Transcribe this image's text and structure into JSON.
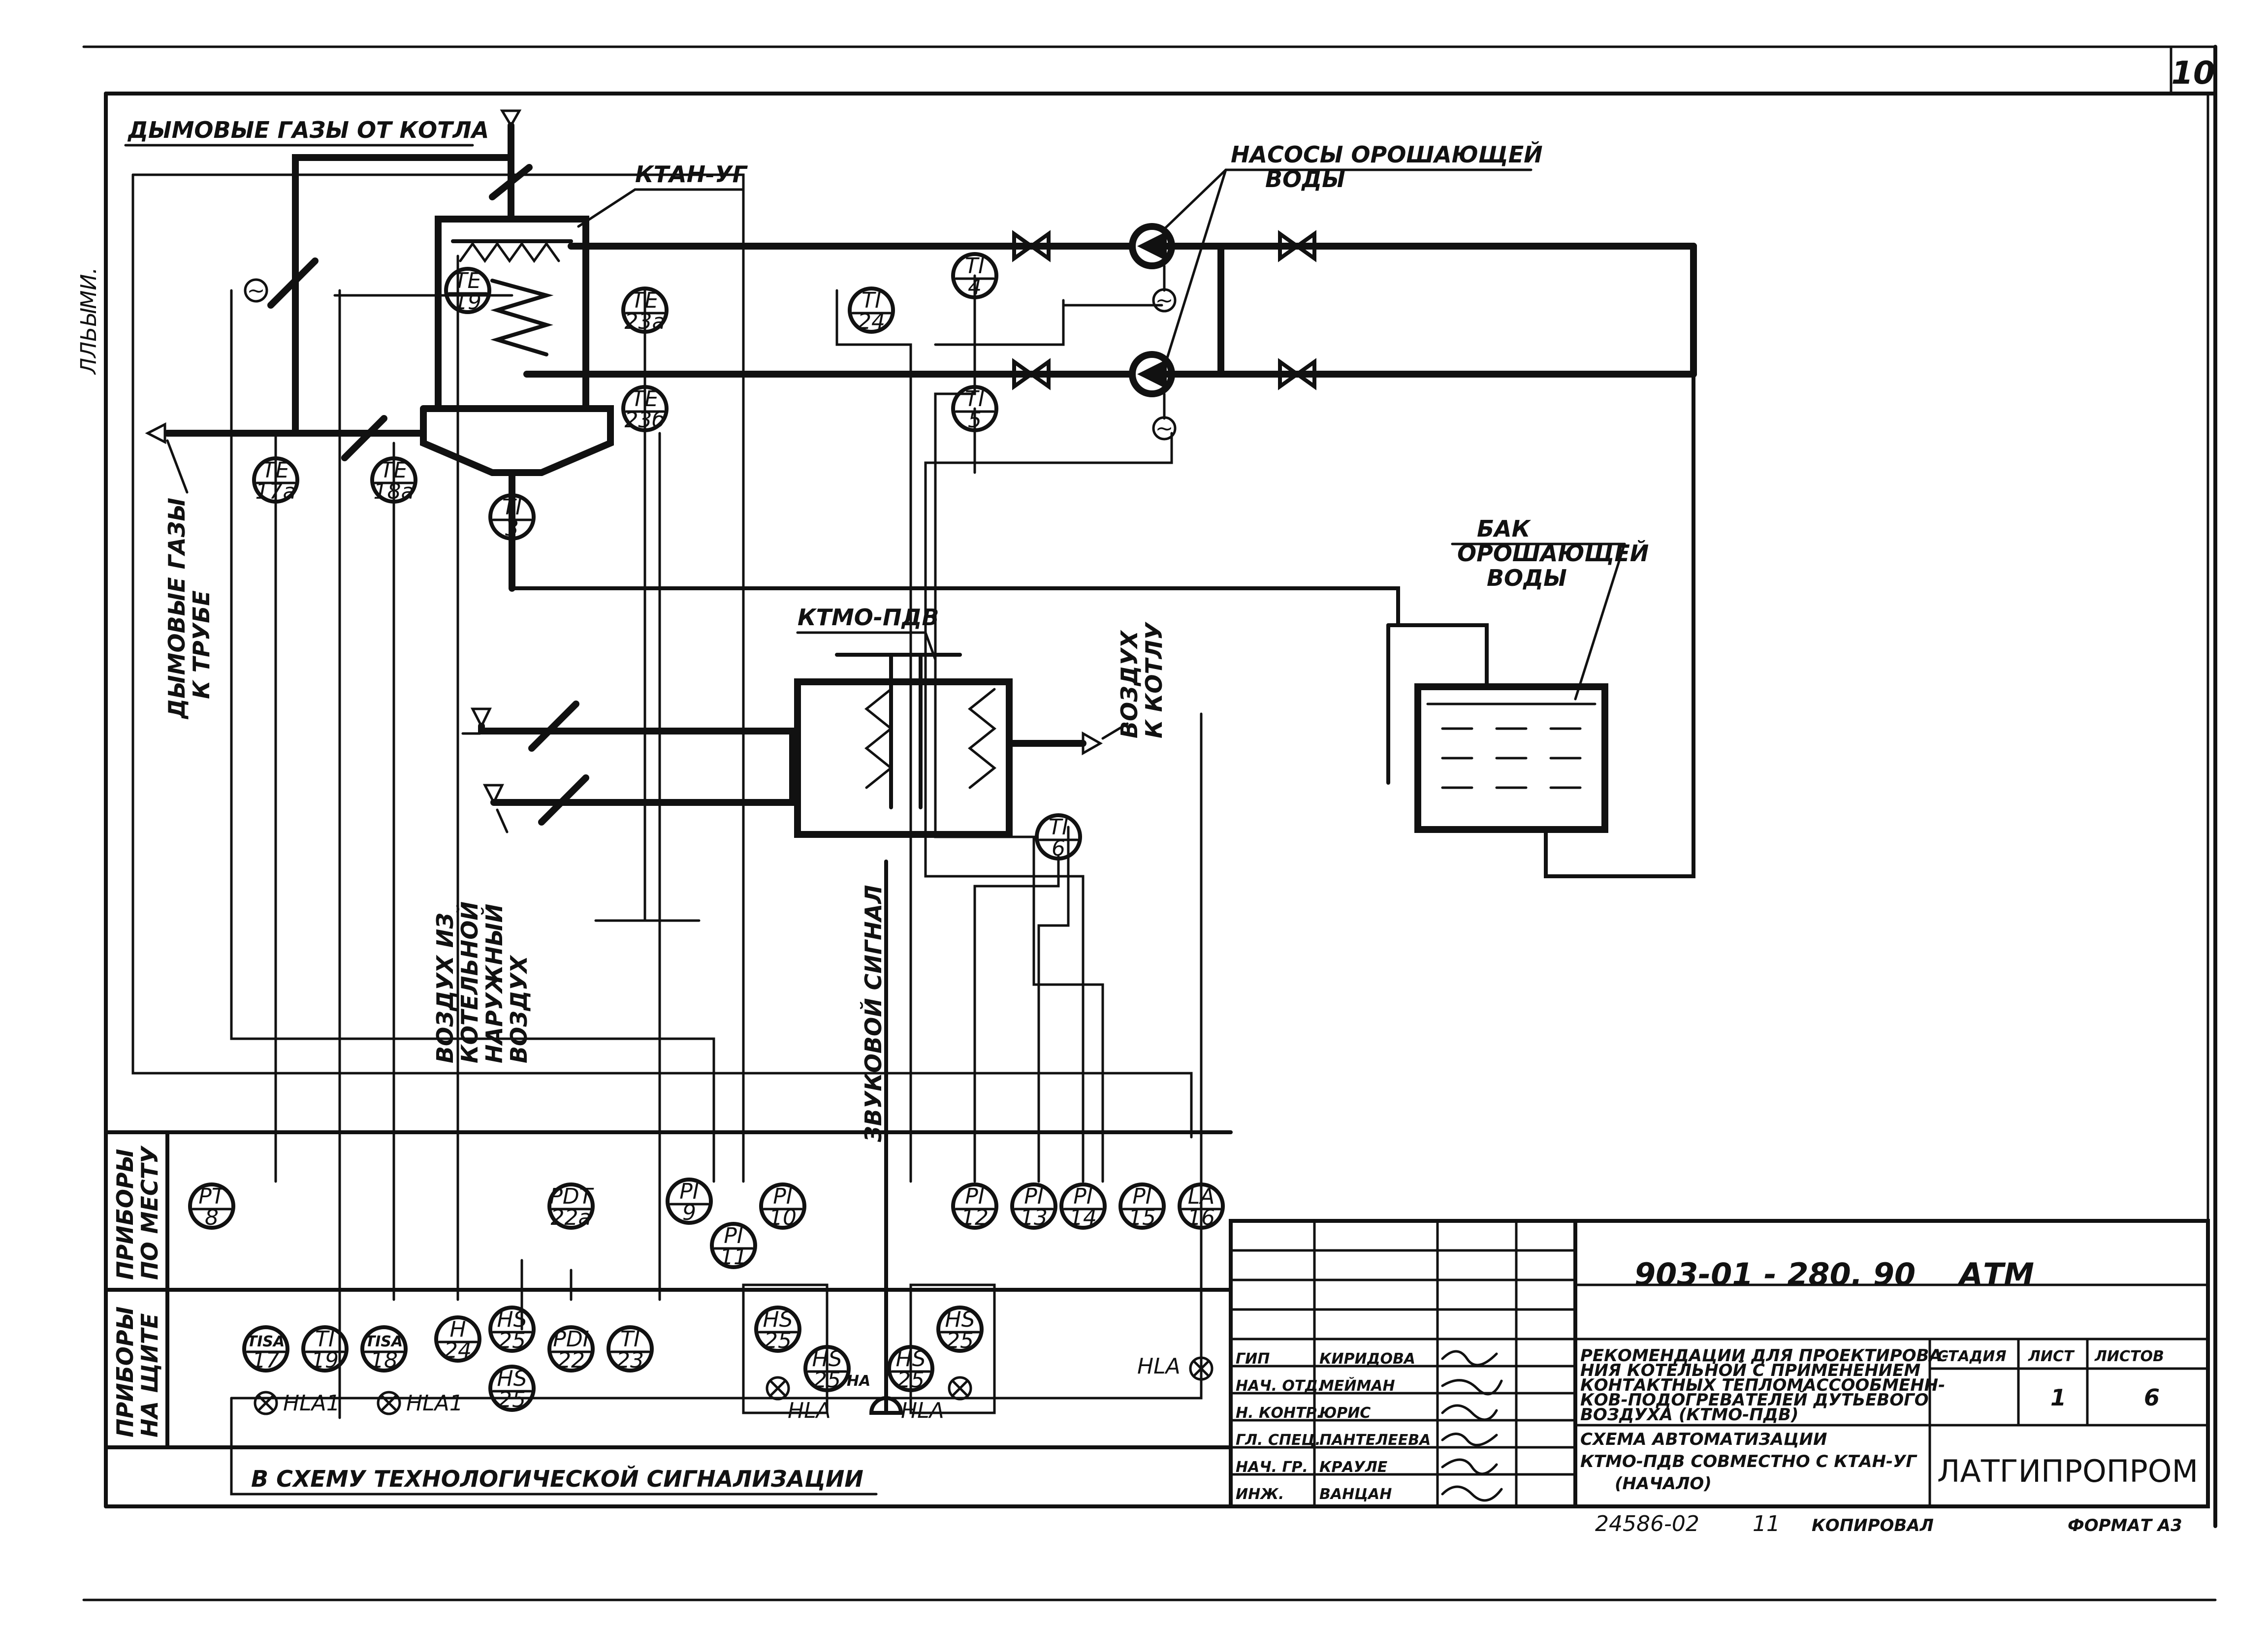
{
  "page_number": "10",
  "side_note": "ЛЛЬЫМИ.",
  "labels": {
    "flue_from_boiler": "ДЫМОВЫЕ ГАЗЫ ОТ КОТЛА",
    "ktan": "КТАН-УГ",
    "pumps_1": "НАСОСЫ ОРОШАЮЩЕЙ",
    "pumps_2": "ВОДЫ",
    "tank_1": "БАК",
    "tank_2": "ОРОШАЮЩЕЙ",
    "tank_3": "ВОДЫ",
    "ktmo": "КТМО-ПДВ",
    "flue_to_pipe_1": "ДЫМОВЫЕ ГАЗЫ",
    "flue_to_pipe_2": "К ТРУБЕ",
    "air_to_boiler_1": "ВОЗДУХ",
    "air_to_boiler_2": "К КОТЛУ",
    "air_from_room_1": "ВОЗДУХ ИЗ",
    "air_from_room_2": "КОТЕЛЬНОЙ",
    "outside_air_1": "НАРУЖНЫЙ",
    "outside_air_2": "ВОЗДУХ",
    "sound_signal": "ЗВУКОВОЙ СИГНАЛ",
    "local_instr_1": "ПРИБОРЫ",
    "local_instr_2": "ПО МЕСТУ",
    "panel_instr_1": "ПРИБОРЫ",
    "panel_instr_2": "НА ЩИТЕ",
    "to_alarm": "В СХЕМУ ТЕХНОЛОГИЧЕСКОЙ СИГНАЛИЗАЦИИ"
  },
  "instruments": {
    "te19": [
      "TE",
      "19"
    ],
    "te23a": [
      "TE",
      "23а"
    ],
    "ti24": [
      "TI",
      "24"
    ],
    "ti4": [
      "TI",
      "4"
    ],
    "ti5": [
      "TI",
      "5"
    ],
    "te23b": [
      "TE",
      "23б"
    ],
    "te17a": [
      "TE",
      "17а"
    ],
    "te18a": [
      "TE",
      "18а"
    ],
    "ti3": [
      "TI",
      "3"
    ],
    "ti6": [
      "TI",
      "6"
    ],
    "pt8": [
      "PT",
      "8"
    ],
    "pdt22a": [
      "PDT",
      "22а"
    ],
    "pi9": [
      "PI",
      "9"
    ],
    "pi11": [
      "PI",
      "11"
    ],
    "pi10": [
      "PI",
      "10"
    ],
    "pi12": [
      "PI",
      "12"
    ],
    "pi13": [
      "PI",
      "13"
    ],
    "pi14": [
      "PI",
      "14"
    ],
    "pi15": [
      "PI",
      "15"
    ],
    "la16": [
      "LA",
      "16"
    ],
    "tisa17": [
      "TISA",
      "17"
    ],
    "ti19": [
      "TI",
      "19"
    ],
    "tisa18": [
      "TISA",
      "18"
    ],
    "h24": [
      "H",
      "24"
    ],
    "hs25a": [
      "HS",
      "25"
    ],
    "hs25b": [
      "HS",
      "25"
    ],
    "pdi22": [
      "PDI",
      "22"
    ],
    "ti23": [
      "TI",
      "23"
    ],
    "hs25c": [
      "HS",
      "25"
    ],
    "hs25d": [
      "HS",
      "25"
    ],
    "hs25e": [
      "HS",
      "25"
    ],
    "hs25f": [
      "HS",
      "25"
    ]
  },
  "lamps": {
    "hla1a": "HLA1",
    "hla1b": "HLA1",
    "hla_a": "HLA",
    "ha": "HA",
    "hla_b": "HLA",
    "hla_c": "HLA"
  },
  "title_block": {
    "doc_code": "903-01 - 280. 90",
    "mark": "АТМ",
    "description": [
      "РЕКОМЕНДАЦИИ ДЛЯ ПРОЕКТИРОВА-",
      "НИЯ КОТЕЛЬНОЙ С ПРИМЕНЕНИЕМ",
      "КОНТАКТНЫХ ТЕПЛОМАССООБМЕНН-",
      "КОВ-ПОДОГРЕВАТЕЛЕЙ ДУТЬЕВОГО",
      "ВОЗДУХА (КТМО-ПДВ)"
    ],
    "sheet_title": [
      "СХЕМА АВТОМАТИЗАЦИИ",
      "КТМО-ПДВ СОВМЕСТНО С КТАН-УГ",
      "(НАЧАЛО)"
    ],
    "col_stage": "СТАДИЯ",
    "col_sheet": "ЛИСТ",
    "col_sheets": "ЛИСТОВ",
    "sheet": "1",
    "sheets": "6",
    "organization": "ЛАТГИПРОПРОМ",
    "people": [
      {
        "role": "ГИП",
        "name": "КИРИДОВА"
      },
      {
        "role": "НАЧ. ОТД.",
        "name": "МЕЙМАН"
      },
      {
        "role": "Н. КОНТР.",
        "name": "ЮРИС"
      },
      {
        "role": "ГЛ. СПЕЦ.",
        "name": "ПАНТЕЛЕЕВА"
      },
      {
        "role": "НАЧ. ГР.",
        "name": "КРАУЛЕ"
      },
      {
        "role": "ИНЖ.",
        "name": "ВАНЦАН"
      }
    ],
    "footer_code": "24586-02",
    "footer_num": "11",
    "copied": "КОПИРОВАЛ",
    "format": "ФОРМАТ А3"
  }
}
